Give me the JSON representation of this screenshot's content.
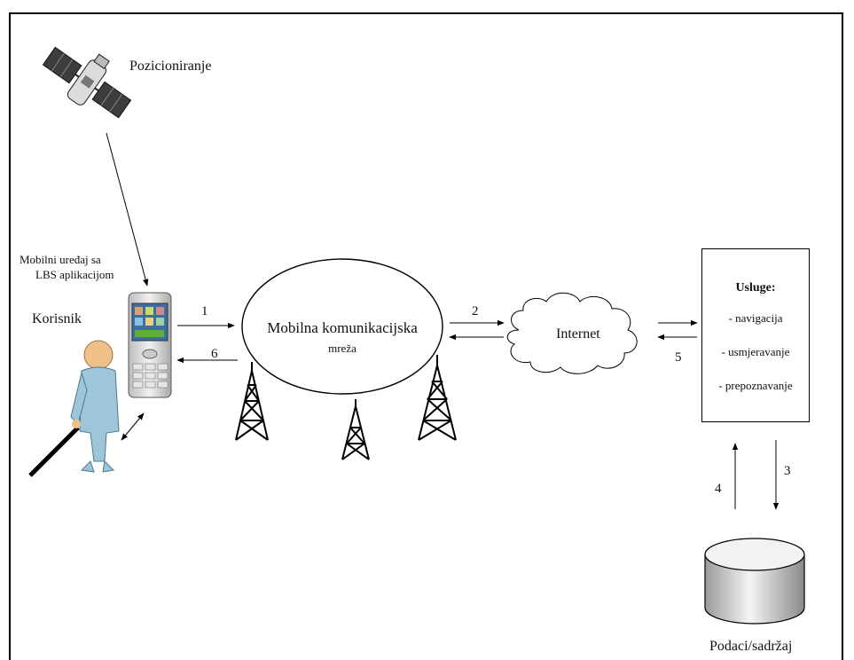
{
  "labels": {
    "positioning": "Pozicioniranje",
    "device_line1": "Mobilni uređaj sa",
    "device_line2": "LBS aplikacijom",
    "user": "Korisnik",
    "network_line1": "Mobilna komunikacijska",
    "network_line2": "mreža",
    "internet": "Internet",
    "data": "Podaci/sadržaj"
  },
  "services": {
    "title": "Usluge:",
    "items": [
      "- navigacija",
      "- usmjeravanje",
      "- prepoznavanje"
    ]
  },
  "steps": [
    "1",
    "2",
    "3",
    "4",
    "5",
    "6"
  ],
  "colors": {
    "line": "#000000",
    "person": "#9fc6d8",
    "skin": "#f0c08a",
    "satellite": "#555555"
  }
}
